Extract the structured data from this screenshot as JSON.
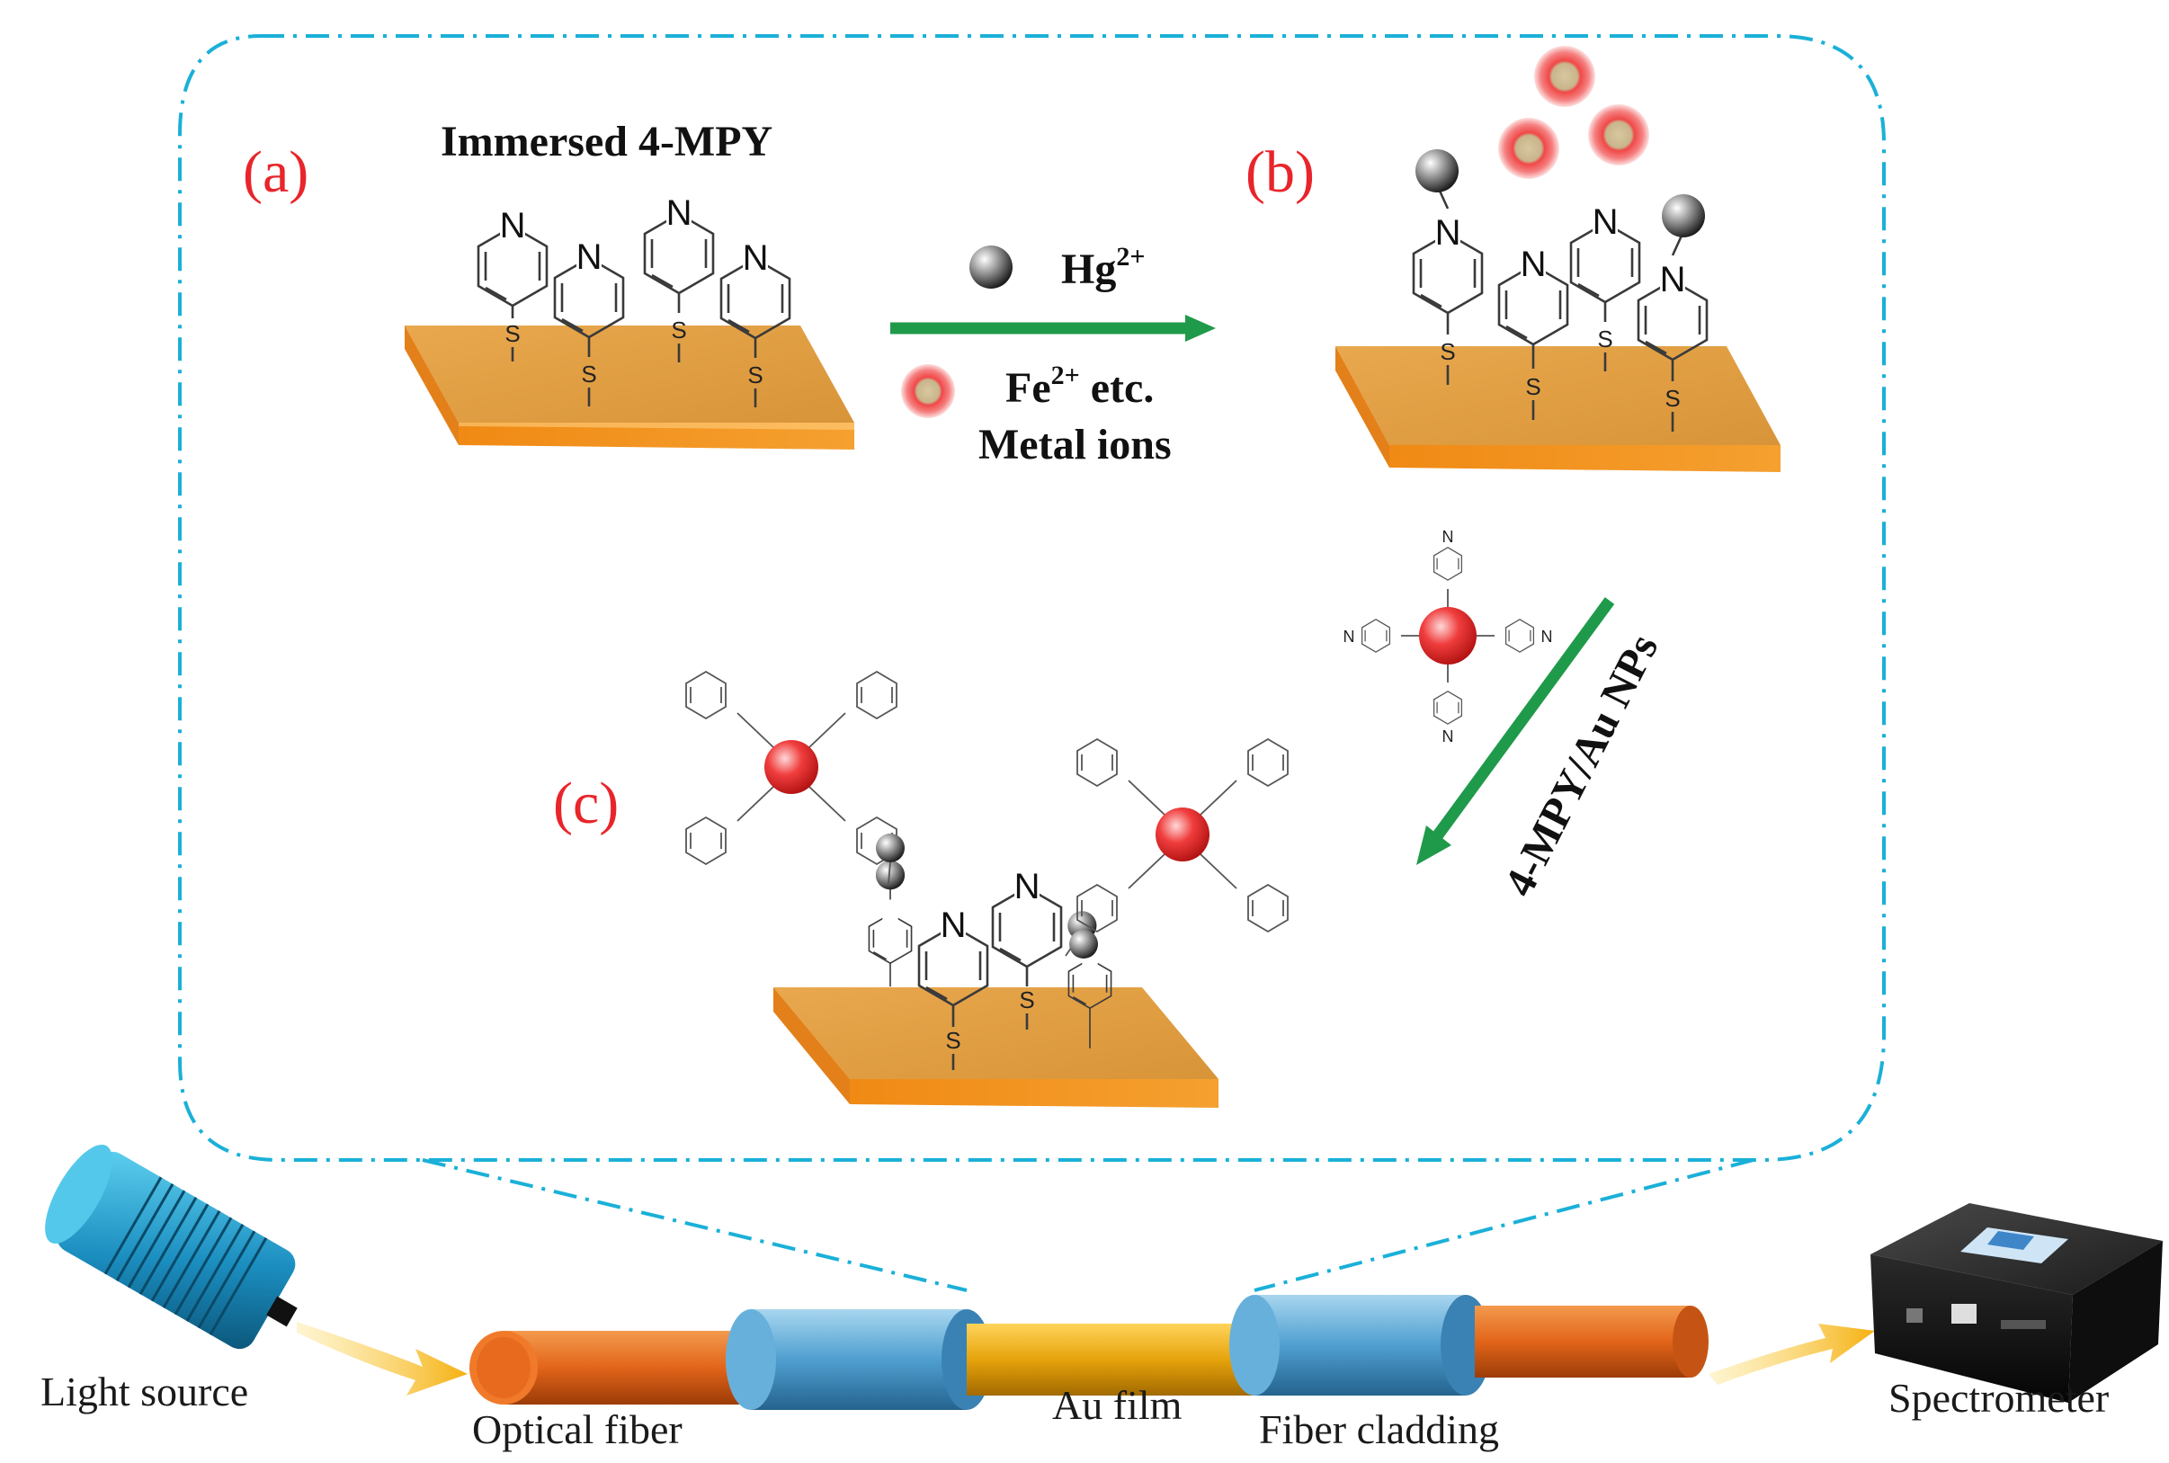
{
  "panels": {
    "a": "(a)",
    "b": "(b)",
    "c": "(c)"
  },
  "labels": {
    "immersed": "Immersed 4-MPY",
    "hg_base": "Hg",
    "hg_charge": "2+",
    "fe_base": "Fe",
    "fe_charge": "2+",
    "fe_rest": " etc.",
    "metal_ions": "Metal  ions",
    "mpy_au": "4-MPY/Au NPs"
  },
  "atoms": {
    "nitrogen": "N",
    "sulfur": "S"
  },
  "captions": {
    "light_source": "Light source",
    "optical_fiber": "Optical fiber",
    "au_film": "Au film",
    "fiber_cladding": "Fiber cladding",
    "spectrometer": "Spectrometer"
  },
  "colors": {
    "frame": "#1ab0d8",
    "arrow": "#1f9a4a",
    "panel_label": "#e8252b",
    "gold_plate": "#eca84a",
    "fiber_core": "#e86e1e",
    "au_film": "#f0b010",
    "cladding": "#55a6d6",
    "light_arrow": "#f5b820"
  }
}
